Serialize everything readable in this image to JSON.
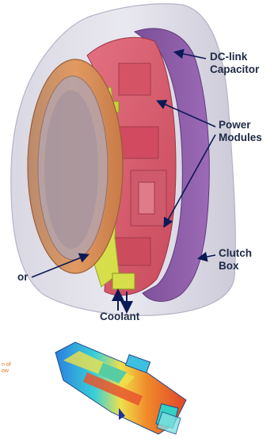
{
  "labels": {
    "dc_link_line1": "DC-link",
    "dc_link_line2": "Capacitor",
    "power_line1": "Power",
    "power_line2": "Modules",
    "clutch_line1": "Clutch",
    "clutch_line2": "Box",
    "motor_fragment": "or",
    "coolant": "Coolant",
    "flow_fragment_line1": "n of",
    "flow_fragment_line2": "ow"
  },
  "colors": {
    "housing": "#c9c7d6",
    "stator": "#d8925c",
    "modules": "#d9566a",
    "capacitor": "#8b5aa6",
    "bracket": "#d6df4a",
    "label_text": "#1f2a44",
    "arrow": "#0b1a57"
  }
}
